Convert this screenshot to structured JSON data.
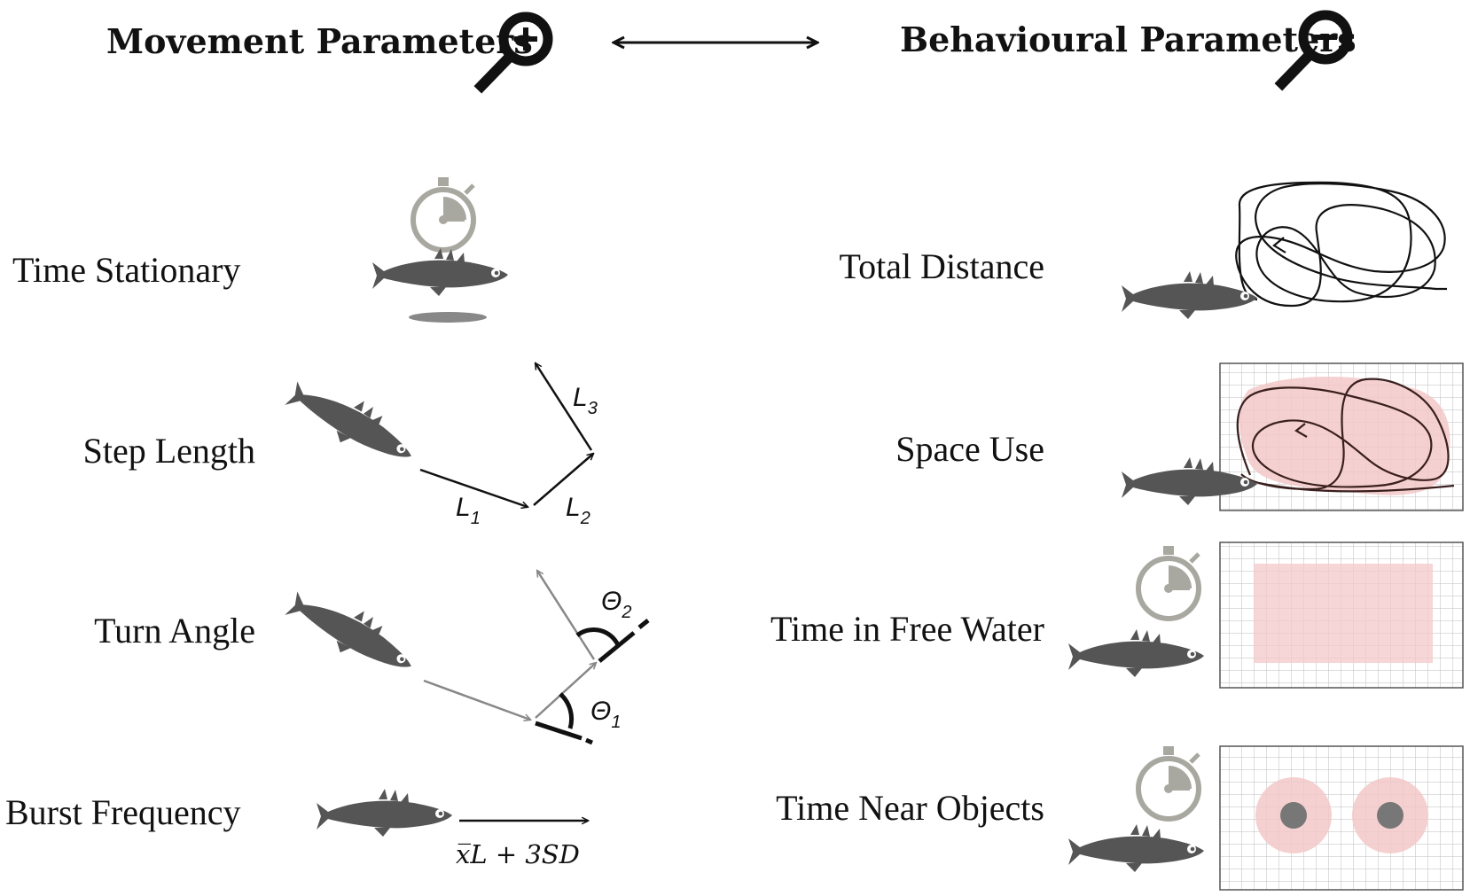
{
  "header": {
    "left_title": "Movement Parameters",
    "right_title": "Behavioural Parameters",
    "left_icon": "zoom-in-magnifier",
    "right_icon": "zoom-out-magnifier",
    "connector": "double-headed-arrow"
  },
  "movement": {
    "time_stationary": "Time Stationary",
    "step_length": "Step Length",
    "turn_angle": "Turn Angle",
    "burst_frequency": "Burst Frequency",
    "l1": "L",
    "l1_sub": "1",
    "l2": "L",
    "l2_sub": "2",
    "l3": "L",
    "l3_sub": "3",
    "theta1": "Θ",
    "theta1_sub": "1",
    "theta2": "Θ",
    "theta2_sub": "2",
    "burst_formula": "x̅L + 3SD"
  },
  "behaviour": {
    "total_distance": "Total Distance",
    "space_use": "Space Use",
    "time_free_water": "Time in Free Water",
    "time_near_objects": "Time Near Objects"
  },
  "colors": {
    "fish": "#555555",
    "stopwatch": "#a8a8a0",
    "highlight_pink": "#f3c8c8",
    "grid_line": "#bdbdbd",
    "object": "#777777"
  }
}
